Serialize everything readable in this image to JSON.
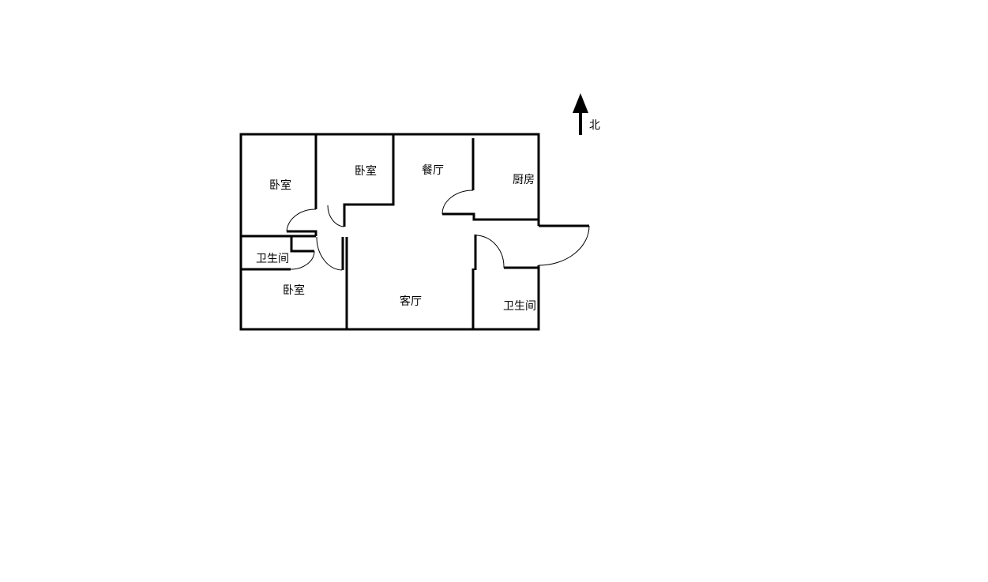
{
  "rooms": [
    {
      "id": "bedroom-northwest",
      "label": "卧室"
    },
    {
      "id": "bedroom-north",
      "label": "卧室"
    },
    {
      "id": "dining-room",
      "label": "餐厅"
    },
    {
      "id": "kitchen",
      "label": "厨房"
    },
    {
      "id": "bathroom-west",
      "label": "卫生间"
    },
    {
      "id": "bedroom-southwest",
      "label": "卧室"
    },
    {
      "id": "living-room",
      "label": "客厅"
    },
    {
      "id": "bathroom-east",
      "label": "卫生间"
    }
  ],
  "compass": {
    "label": "北",
    "icon": "north-arrow-icon"
  },
  "colors": {
    "wall": "#000000",
    "background": "#ffffff"
  }
}
